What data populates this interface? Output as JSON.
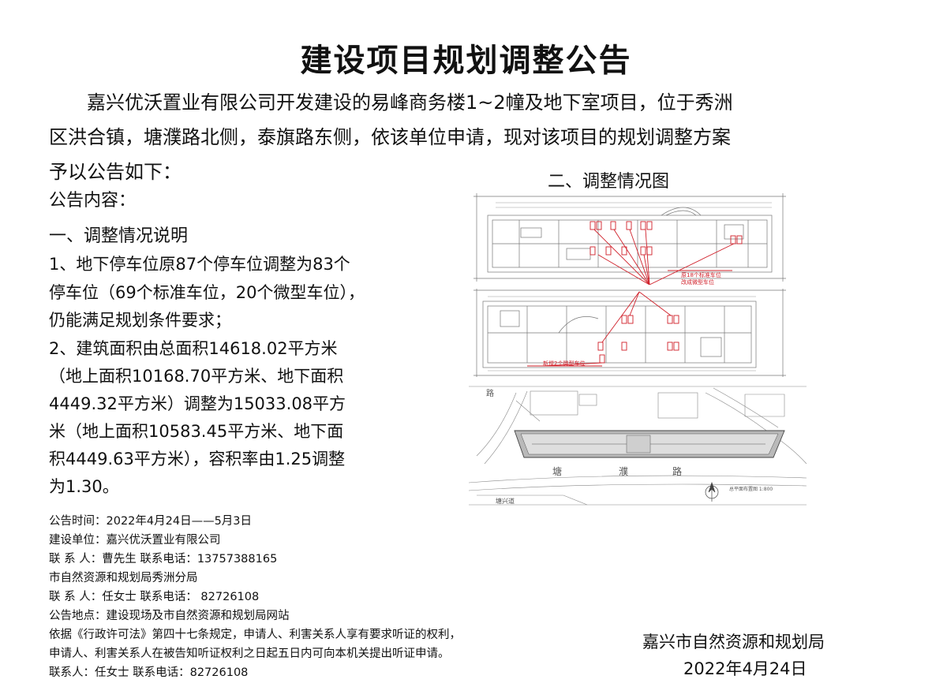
{
  "title": "建设项目规划调整公告",
  "intro": {
    "line1": "嘉兴优沃置业有限公司开发建设的易峰商务楼1~2幢及地下室项目，位于秀洲",
    "line2": "区洪合镇，塘濮路北侧，泰旗路东侧，依该单位申请，现对该项目的规划调整方案",
    "line3": "予以公告如下："
  },
  "section_content": "公告内容：",
  "section_one": "一、调整情况说明",
  "section_two": "二、调整情况图",
  "items": [
    "1、地下停车位原87个停车位调整为83个",
    "停车位（69个标准车位，20个微型车位），",
    "仍能满足规划条件要求；",
    "2、建筑面积由总面积14618.02平方米",
    "（地上面积10168.70平方米、地下面积",
    "4449.32平方米）调整为15033.08平方",
    "米（地上面积10583.45平方米、地下面",
    "积4449.63平方米），容积率由1.25调整",
    "为1.30。"
  ],
  "footer": [
    "公告时间：2022年4月24日——5月3日",
    "建设单位：嘉兴优沃置业有限公司",
    "联 系 人：曹先生       联系电话：13757388165",
    "市自然资源和规划局秀洲分局",
    "联 系 人：任女士       联系电话： 82726108",
    "公告地点：建设现场及市自然资源和规划局网站",
    "依据《行政许可法》第四十七条规定，申请人、利害关系人享有要求听证的权利，",
    "申请人、利害关系人在被告知听证权利之日起五日内可向本机关提出听证申请。",
    "联系人：任女士           联系电话：82726108"
  ],
  "signature": {
    "org": "嘉兴市自然资源和规划局",
    "date": "2022年4月24日"
  },
  "drawing_labels": {
    "note_top_1": "原18个标准车位",
    "note_top_2": "改成微型车位",
    "note_mid": "新增2个微型车位",
    "road_1": "塘",
    "road_2": "濮",
    "road_3": "路",
    "road_side": "路",
    "road_bottom": "塘兴道",
    "plan_caption": "总平面布置图 1:800"
  },
  "colors": {
    "text": "#111111",
    "plan_line": "#6a6a6a",
    "annotation_red": "#d0202a"
  }
}
